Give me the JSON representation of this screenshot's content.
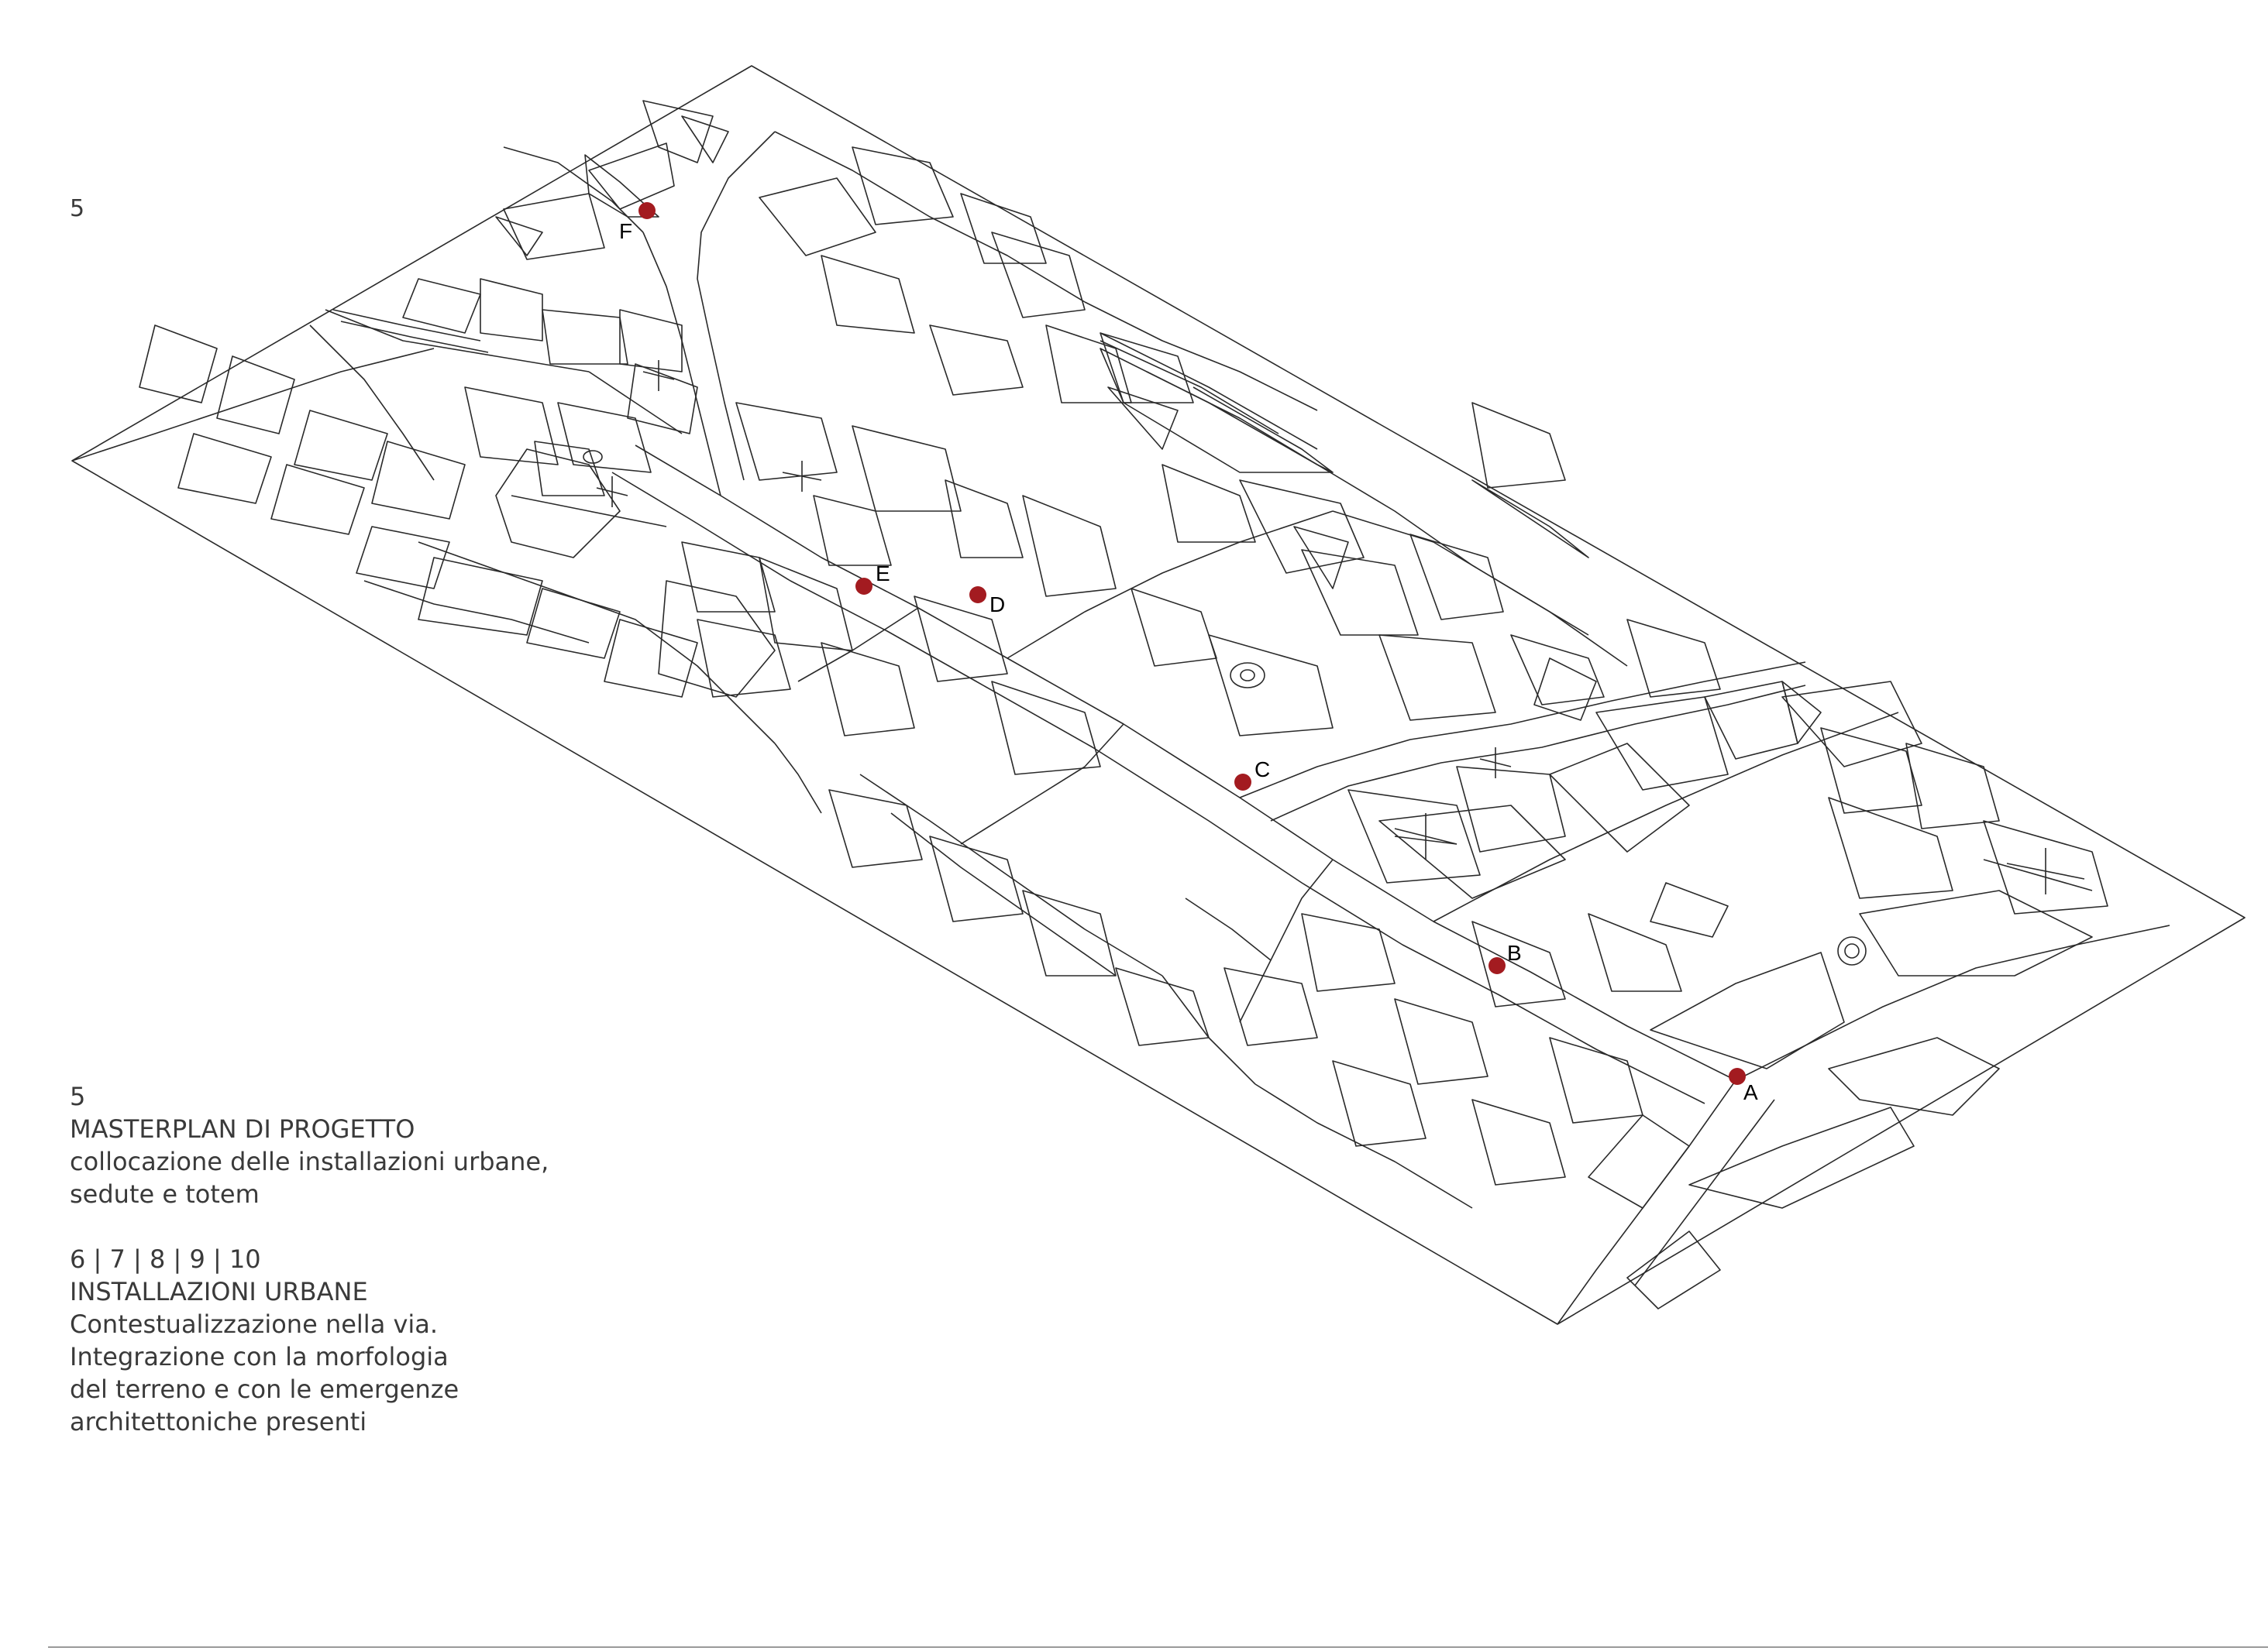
{
  "page_number": "5",
  "caption": {
    "figure_number": "5",
    "title": "MASTERPLAN DI PROGETTO",
    "description": [
      "collocazione delle installazioni urbane,",
      "sedute e totem"
    ],
    "second_numbers": "6 | 7 | 8 | 9 | 10",
    "second_title": "INSTALLAZIONI URBANE",
    "second_description": [
      "Contestualizzazione nella via.",
      "Integrazione con la morfologia",
      "del terreno e con le emergenze",
      "architettoniche presenti"
    ]
  },
  "markers": [
    {
      "id": "F",
      "label": "F"
    },
    {
      "id": "E",
      "label": "E"
    },
    {
      "id": "D",
      "label": "D"
    },
    {
      "id": "C",
      "label": "C"
    },
    {
      "id": "B",
      "label": "B"
    },
    {
      "id": "A",
      "label": "A"
    }
  ],
  "colors": {
    "marker": "#a31b20",
    "line": "#2a2a2a"
  }
}
